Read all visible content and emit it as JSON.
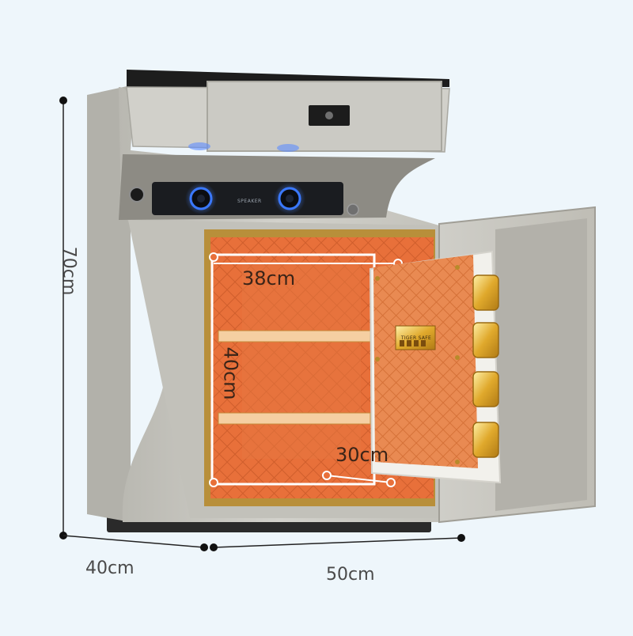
{
  "dimensions": {
    "height_label": "70cm",
    "depth_label": "40cm",
    "width_label": "50cm"
  },
  "interior_dimensions": {
    "width_label": "38cm",
    "height_label": "40cm",
    "depth_label": "30cm"
  },
  "speaker_label": "SPEAKER",
  "door_brand_label": "TIGER SAFE",
  "colors": {
    "body": "#c9c9c4",
    "interior": "#e8703a",
    "gold": "#e2b23a",
    "speaker_light": "#3a78ff"
  }
}
